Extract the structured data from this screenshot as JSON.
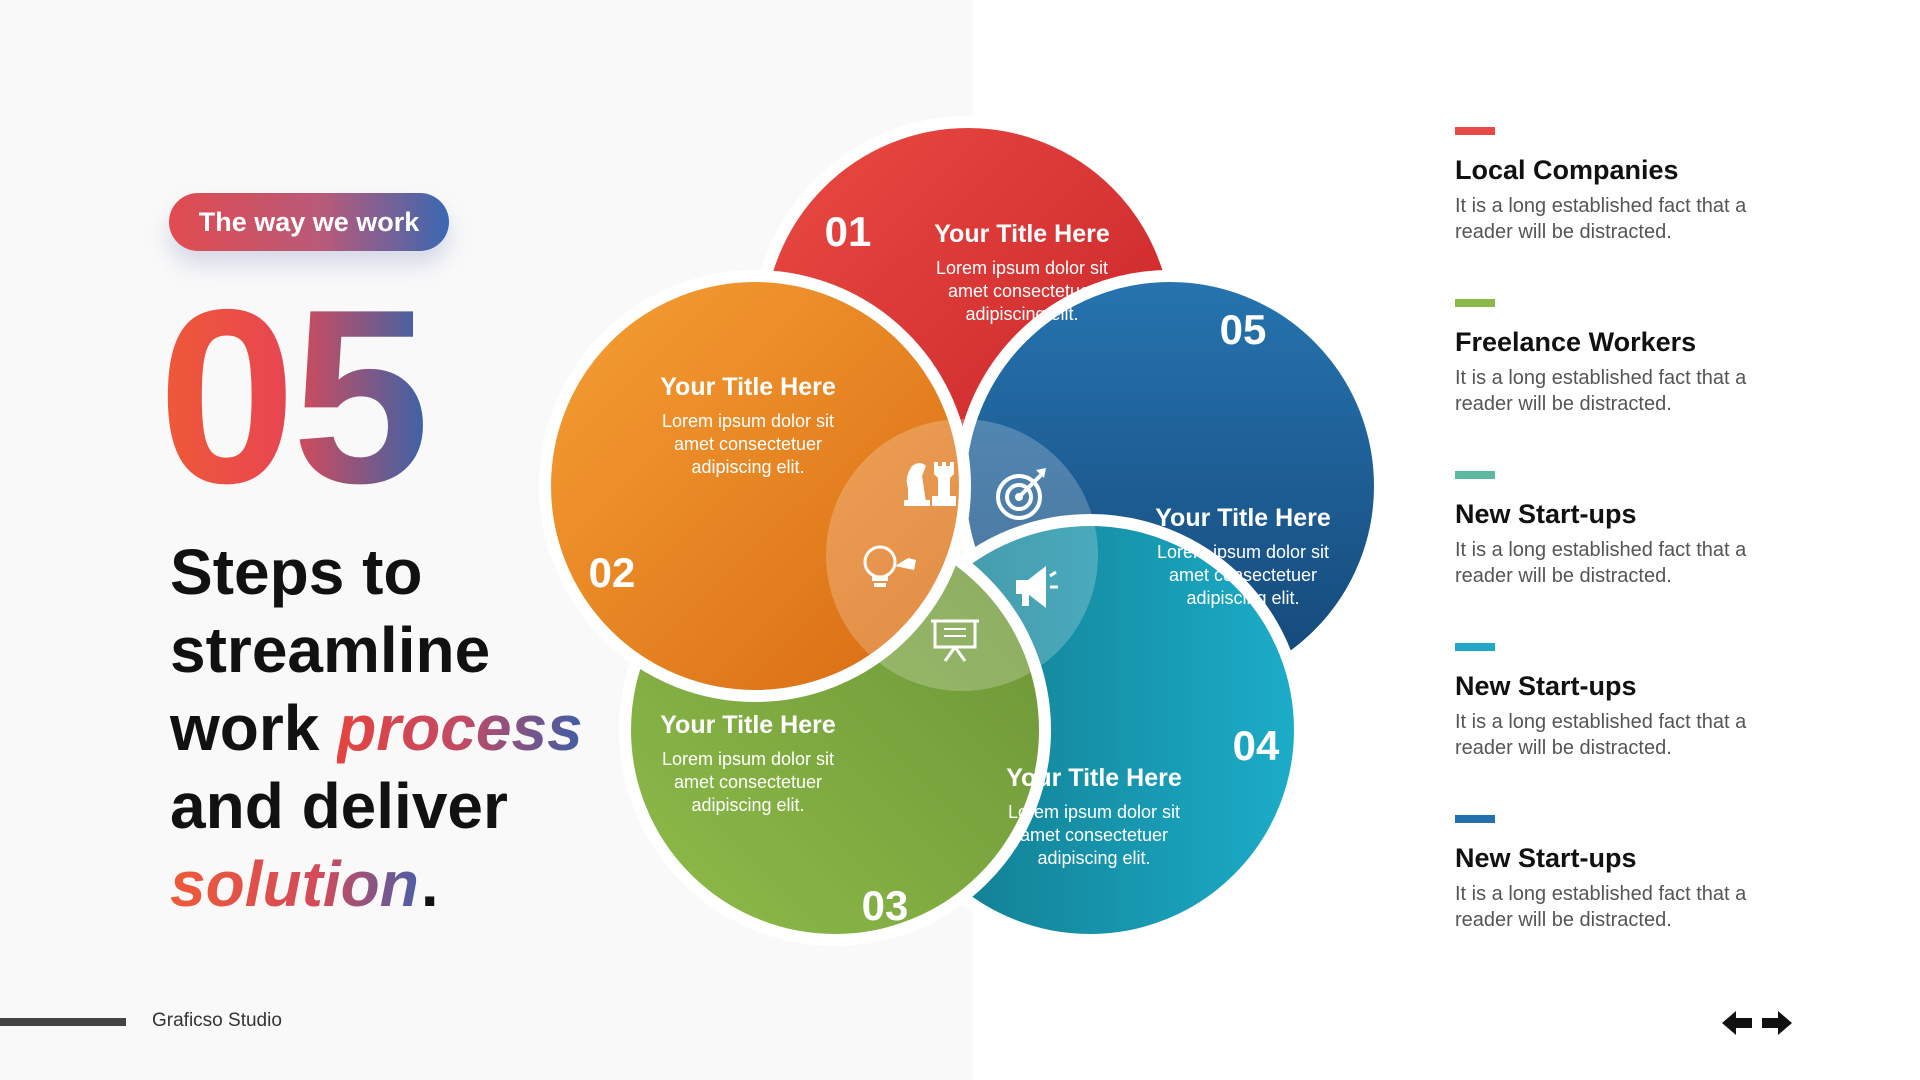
{
  "tagline": "The way we work",
  "big_number": "05",
  "headline": {
    "line1": "Steps to",
    "line2": "streamline",
    "line3_plain": "work ",
    "line3_highlight": "process",
    "line4": "and deliver",
    "line5_highlight": "solution",
    "line5_end": "."
  },
  "footer": {
    "studio": "Graficso Studio"
  },
  "nav": {
    "prev_icon": "arrow-left-icon",
    "next_icon": "arrow-right-icon"
  },
  "steps": [
    {
      "number": "01",
      "title": "Your Title Here",
      "body": [
        "Lorem ipsum dolor sit",
        "amet consectetuer",
        "adipiscing elit."
      ],
      "color_start": "#e8463f",
      "color_end": "#c8212a",
      "icon": "target-icon"
    },
    {
      "number": "02",
      "title": "Your Title Here",
      "body": [
        "Lorem ipsum dolor sit",
        "amet consectetuer",
        "adipiscing elit."
      ],
      "color_start": "#f5982e",
      "color_end": "#dd6e14",
      "icon": "chess-pieces-icon"
    },
    {
      "number": "03",
      "title": "Your Title Here",
      "body": [
        "Lorem ipsum dolor sit",
        "amet consectetuer",
        "adipiscing elit."
      ],
      "color_start": "#6b9338",
      "color_end": "#8ab847",
      "icon": "lightbulb-icon"
    },
    {
      "number": "04",
      "title": "Your Title Here",
      "body": [
        "Lorem ipsum dolor sit",
        "amet consectetuer",
        "adipiscing elit."
      ],
      "color_start": "#117a8f",
      "color_end": "#1ba9c6",
      "icon": "presentation-board-icon"
    },
    {
      "number": "05",
      "title": "Your Title Here",
      "body": [
        "Lorem ipsum dolor sit",
        "amet consectetuer",
        "adipiscing elit."
      ],
      "color_start": "#2470ac",
      "color_end": "#14487a",
      "icon": "megaphone-icon"
    }
  ],
  "legend": [
    {
      "title": "Local Companies",
      "desc": "It is a long established fact that a reader will be distracted.",
      "color": "#e84a47"
    },
    {
      "title": "Freelance Workers",
      "desc": "It is a long established fact that a reader will be distracted.",
      "color": "#8ab84a"
    },
    {
      "title": "New Start-ups",
      "desc": "It is a long established fact that a reader will be distracted.",
      "color": "#5cb8a0"
    },
    {
      "title": "New Start-ups",
      "desc": "It is a long established fact that a reader will be distracted.",
      "color": "#22a8c4"
    },
    {
      "title": "New Start-ups",
      "desc": "It is a long established fact that a reader will be distracted.",
      "color": "#2470ac"
    }
  ]
}
